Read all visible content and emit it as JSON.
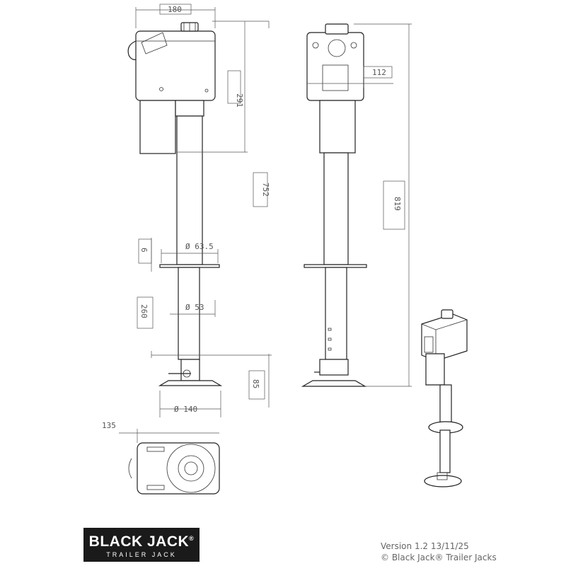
{
  "dimensions": {
    "width_top": "180",
    "height_head": "291",
    "tube_length": "752",
    "tube_dia_outer": "Ø 63.5",
    "plate_thickness": "6",
    "lower_length": "260",
    "tube_dia_inner": "Ø 53",
    "overall_height": "819",
    "head_width_front": "112",
    "foot_height": "85",
    "foot_dia": "Ø 140",
    "bottom_offset": "135"
  },
  "logo": {
    "main": "BLACK JACK",
    "registered": "®",
    "sub": "TRAILER JACK"
  },
  "footer": {
    "version": "Version 1.2     13/11/25",
    "copyright": "© Black Jack® Trailer Jacks"
  },
  "icons": [
    "jack-side-view-icon",
    "jack-front-view-icon",
    "jack-top-view-icon",
    "jack-isometric-view-icon"
  ]
}
